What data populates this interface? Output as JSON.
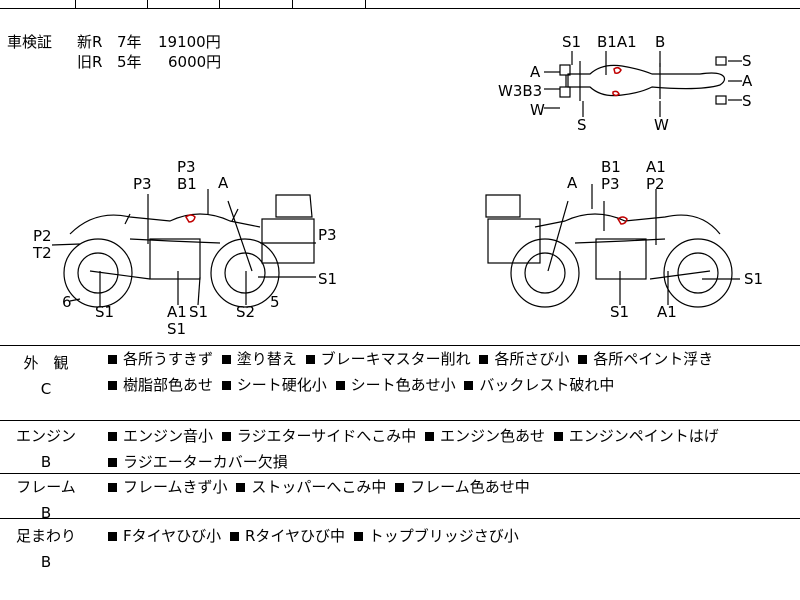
{
  "registration": {
    "label": "車検証",
    "new_row": {
      "type": "新R",
      "years": "7年",
      "price": "19100円"
    },
    "old_row": {
      "type": "旧R",
      "years": "5年",
      "price": "6000円"
    }
  },
  "diagram_labels": {
    "top_view": [
      "S1",
      "B1A1",
      "B",
      "A",
      "W3B3",
      "W",
      "S",
      "W",
      "S",
      "A",
      "S"
    ],
    "left_side": [
      "P3",
      "B1",
      "A",
      "P3",
      "P2",
      "T2",
      "P3",
      "6",
      "S1",
      "A1",
      "S1",
      "S1",
      "S2",
      "5",
      "S1"
    ],
    "right_side": [
      "B1",
      "A",
      "P3",
      "A1",
      "P2",
      "S1",
      "A1",
      "S1"
    ]
  },
  "conditions": [
    {
      "category": "外　観",
      "grade": "C",
      "items": [
        "各所うすきず",
        "塗り替え",
        "ブレーキマスター削れ",
        "各所さび小",
        "各所ペイント浮き",
        "樹脂部色あせ",
        "シート硬化小",
        "シート色あせ小",
        "バックレスト破れ中"
      ]
    },
    {
      "category": "エンジン",
      "grade": "B",
      "items": [
        "エンジン音小",
        "ラジエターサイドへこみ中",
        "エンジン色あせ",
        "エンジンペイントはげ",
        "ラジエーターカバー欠損"
      ]
    },
    {
      "category": "フレーム",
      "grade": "B",
      "items": [
        "フレームきず小",
        "ストッパーへこみ中",
        "フレーム色あせ中"
      ]
    },
    {
      "category": "足まわり",
      "grade": "B",
      "items": [
        "Fタイヤひび小",
        "Rタイヤひび中",
        "トップブリッジさび小"
      ]
    }
  ],
  "colors": {
    "line": "#000000",
    "damage_mark": "#c00000"
  }
}
